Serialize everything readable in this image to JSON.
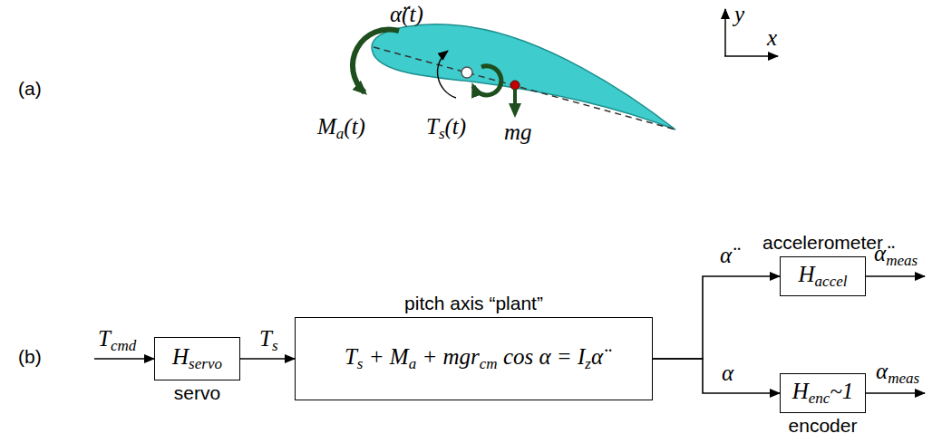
{
  "diagram": {
    "nodes": [
      {
        "text": [
          "Hservo",
          "servo"
        ]
      },
      {
        "text": [
          "pitch axis “plant”",
          "Ts + Ma + mgrcm cos α = Izα̈"
        ]
      },
      {
        "text": [
          "accelerometer",
          "Haccel"
        ]
      },
      {
        "text": [
          "Henc~1",
          "encoder"
        ]
      }
    ],
    "edges": [
      {
        "from": 0,
        "to": 1,
        "arrow": "to",
        "label": "Ts"
      },
      {
        "from": 1,
        "to": 2,
        "arrow": "to",
        "label": "α̈"
      },
      {
        "from": 1,
        "to": 3,
        "arrow": "to",
        "label": "α"
      }
    ],
    "labels": [
      "(a)",
      "(b)",
      "α̈(t)",
      "Ma(t)",
      "Ts(t)",
      "mg",
      "y",
      "x",
      "Tcmd",
      "α̈meas",
      "αmeas"
    ]
  }
}
